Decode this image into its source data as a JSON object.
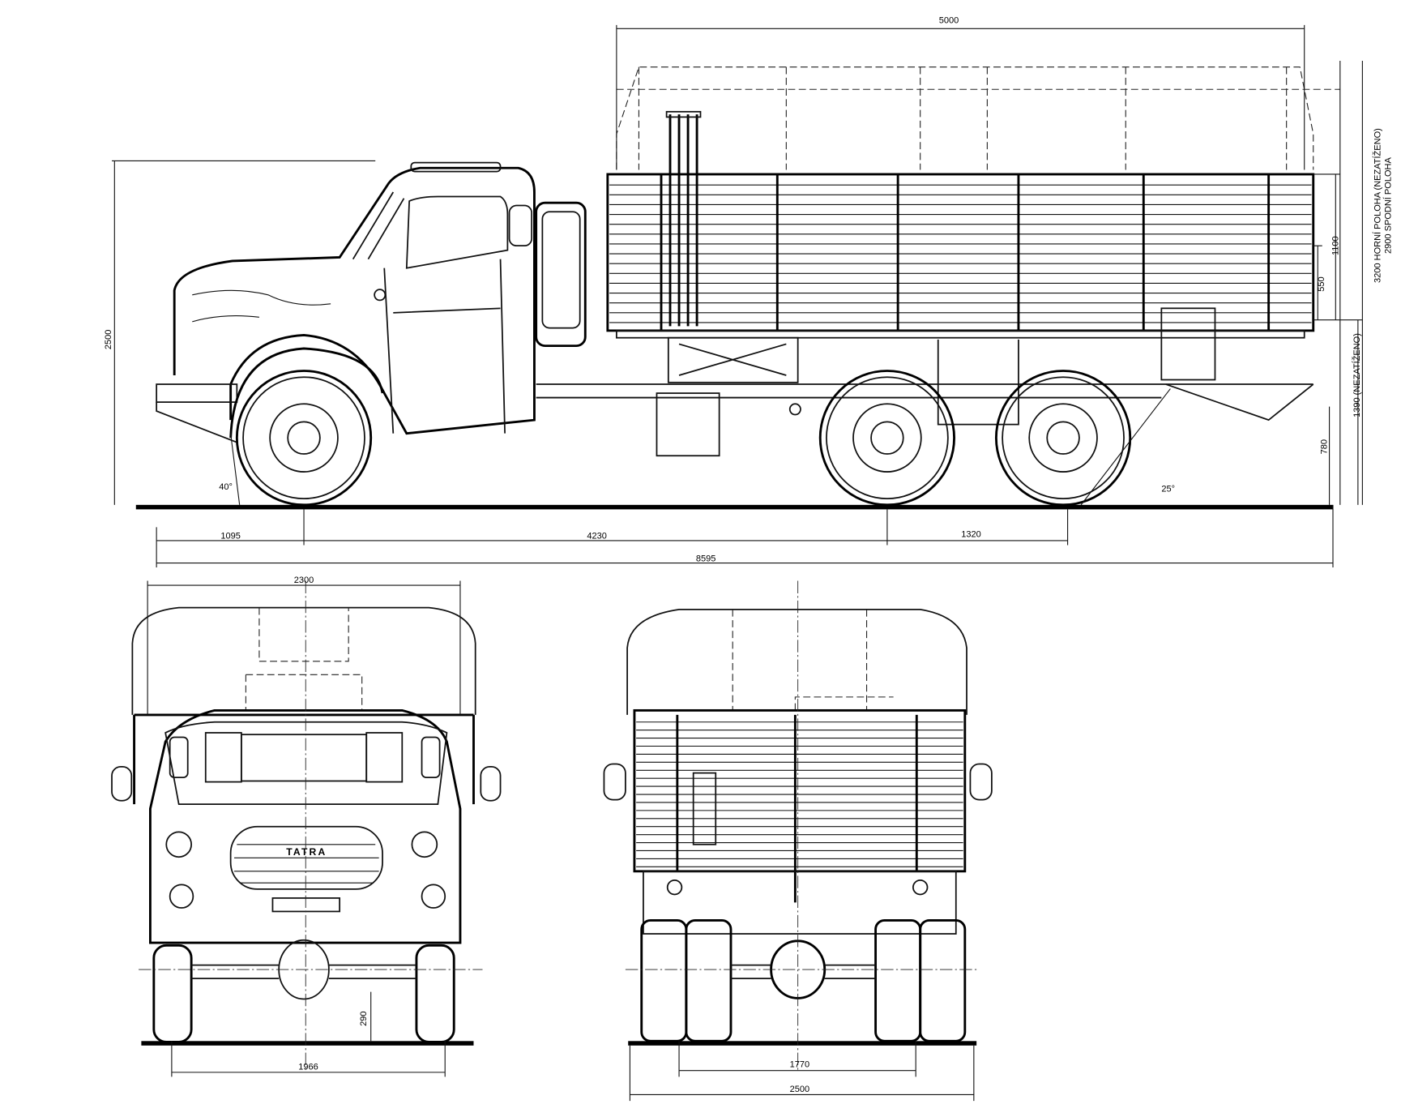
{
  "drawing": {
    "side_view": {
      "overall_length": "8595",
      "front_overhang": "1095",
      "wheelbase": "4230",
      "bogie_spacing": "1320",
      "cargo_length": "5000",
      "cab_height": "2500",
      "side_height": "1100",
      "lower_side_height": "550",
      "platform_height": "1390 (NEZATÍŽENO)",
      "hitch_height": "780",
      "canopy_upper": "3200  HORNÍ POLOHA (NEZATÍŽENO)",
      "canopy_lower": "2900  SPODNÍ POLOHA",
      "approach_angle": "40°",
      "departure_angle": "25°"
    },
    "front_view": {
      "overall_width": "2300",
      "ground_clearance": "290",
      "front_track": "1966",
      "grille_logo": "TATRA"
    },
    "rear_view": {
      "rear_track": "1770",
      "platform_width": "2500"
    }
  }
}
